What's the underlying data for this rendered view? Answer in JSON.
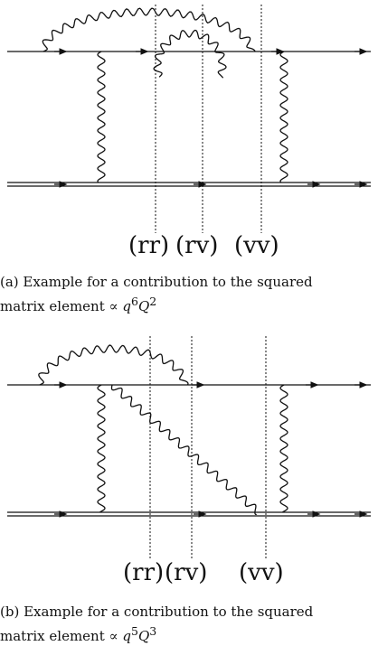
{
  "colors": {
    "ink": "#111111",
    "background": "#ffffff"
  },
  "panels": [
    {
      "id": "a",
      "cut_labels": [
        "(rr)",
        "(rv)",
        "(vv)"
      ],
      "caption": {
        "line1": "(a) Example for a contribution to the squared",
        "line2_prefix": "matrix element ∝ ",
        "q": "q",
        "q_exp": "6",
        "Q": "Q",
        "Q_exp": "2"
      }
    },
    {
      "id": "b",
      "cut_labels": [
        "(rr)",
        "(rv)",
        "(vv)"
      ],
      "caption": {
        "line1": "(b) Example for a contribution to the squared",
        "line2_prefix": "matrix element ∝ ",
        "q": "q",
        "q_exp": "5",
        "Q": "Q",
        "Q_exp": "3"
      }
    }
  ]
}
